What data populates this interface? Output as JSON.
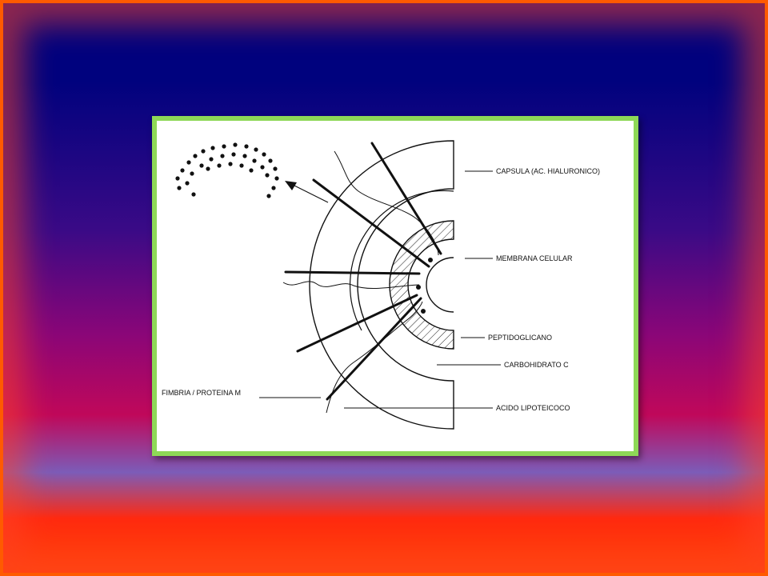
{
  "diagram": {
    "labels": {
      "capsula": "CAPSULA (AC. HIALURONICO)",
      "membrana": "MEMBRANA CELULAR",
      "peptidoglicano": "PEPTIDOGLICANO",
      "carbohidrato": "CARBOHIDRATO C",
      "acido": "ACIDO LIPOTEICOCO",
      "fimbria": "FIMBRIA / PROTEINA M"
    }
  }
}
